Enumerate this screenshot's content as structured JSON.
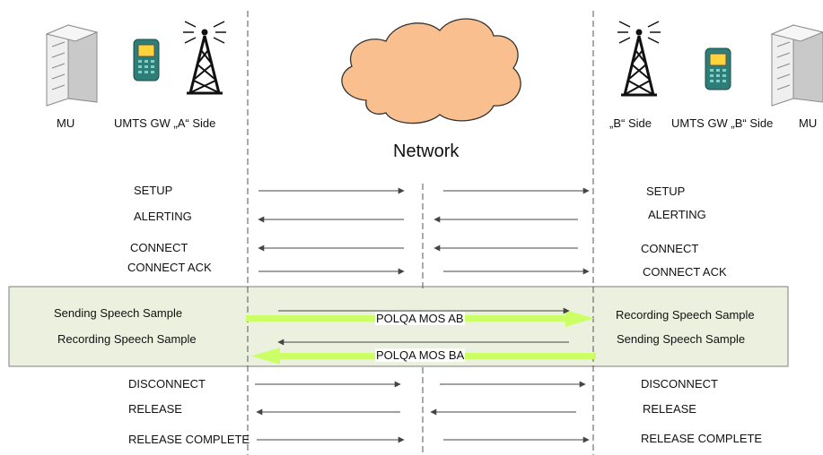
{
  "header": {
    "left_mu": "MU",
    "left_gw": "UMTS GW „A“ Side",
    "network": "Network",
    "right_b": "„B“ Side",
    "right_gw": "UMTS GW „B“ Side",
    "right_mu": "MU"
  },
  "signaling_left": [
    "SETUP",
    "ALERTING",
    "CONNECT",
    "CONNECT ACK"
  ],
  "signaling_right": [
    "SETUP",
    "ALERTING",
    "CONNECT",
    "CONNECT ACK"
  ],
  "speech": {
    "left_1": "Sending Speech Sample",
    "left_2": "Recording Speech Sample",
    "right_1": "Recording Speech Sample",
    "right_2": "Sending Speech Sample",
    "mos_ab": "POLQA MOS AB",
    "mos_ba": "POLQA MOS BA"
  },
  "teardown_left": [
    "DISCONNECT",
    "RELEASE",
    "RELEASE COMPLETE"
  ],
  "teardown_right": [
    "DISCONNECT",
    "RELEASE",
    "RELEASE COMPLETE"
  ],
  "colors": {
    "cloud_fill": "#f9bf8f",
    "panel_fill": "#ebf1de",
    "panel_border": "#7f7f7f",
    "speech_arrow": "#ccff66",
    "server_body": "#d9d9d9",
    "phone_body": "#2e7d77",
    "phone_screen": "#ffd43b"
  }
}
